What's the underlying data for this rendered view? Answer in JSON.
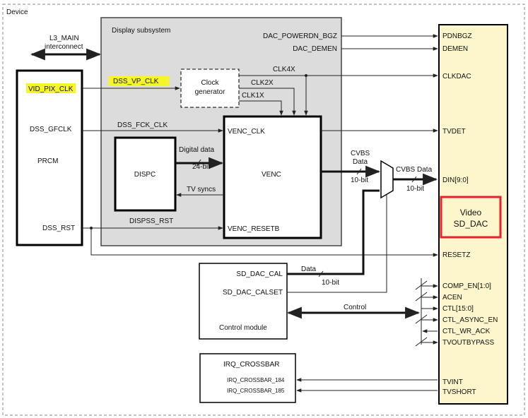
{
  "device": {
    "label": "Device"
  },
  "l3": {
    "line1": "L3_MAIN",
    "line2": "interconnect"
  },
  "prcm": {
    "title": "PRCM",
    "vid_pix_clk": "VID_PIX_CLK",
    "dss_gfclk": "DSS_GFCLK",
    "dss_rst": "DSS_RST"
  },
  "dss": {
    "title": "Display subsystem",
    "dss_vp_clk": "DSS_VP_CLK",
    "dss_fck_clk": "DSS_FCK_CLK",
    "dispss_rst": "DISPSS_RST",
    "dac_powerdn_bgz": "DAC_POWERDN_BGZ",
    "dac_demen": "DAC_DEMEN"
  },
  "clockgen": {
    "line1": "Clock",
    "line2": "generator",
    "clk4x": "CLK4X",
    "clk2x": "CLK2X",
    "clk1x": "CLK1X"
  },
  "dispc": {
    "title": "DISPC",
    "digital_data": "Digital data",
    "bits24": "24-bit",
    "tv_syncs": "TV syncs"
  },
  "venc": {
    "title": "VENC",
    "venc_clk": "VENC_CLK",
    "venc_resetb": "VENC_RESETB"
  },
  "cvbs": {
    "line1": "CVBS",
    "line2": "Data",
    "bits10a": "10-bit",
    "cvbs_data": "CVBS Data",
    "bits10b": "10-bit"
  },
  "control_module": {
    "title": "Control module",
    "sd_dac_cal": "SD_DAC_CAL",
    "sd_dac_calset": "SD_DAC_CALSET",
    "data": "Data",
    "bits10": "10-bit",
    "control": "Control"
  },
  "irq": {
    "title": "IRQ_CROSSBAR",
    "line184": "IRQ_CROSSBAR_184",
    "line185": "IRQ_CROSSBAR_185"
  },
  "video_dac": {
    "title1": "Video",
    "title2": "SD_DAC",
    "pins": {
      "pdnbgz": "PDNBGZ",
      "demen": "DEMEN",
      "clkdac": "CLKDAC",
      "tvdet": "TVDET",
      "din": "DIN[9:0]",
      "resetz": "RESETZ",
      "comp_en": "COMP_EN[1:0]",
      "acen": "ACEN",
      "ctl": "CTL[15:0]",
      "ctl_async_en": "CTL_ASYNC_EN",
      "ctl_wr_ack": "CTL_WR_ACK",
      "tvoutbypass": "TVOUTBYPASS",
      "tvint": "TVINT",
      "tvshort": "TVSHORT"
    }
  },
  "colors": {
    "highlight": "#f5f52a",
    "dac_fill": "#fdf6cc",
    "subsystem_fill": "#dcdcdc",
    "red_box": "#e8202a"
  }
}
